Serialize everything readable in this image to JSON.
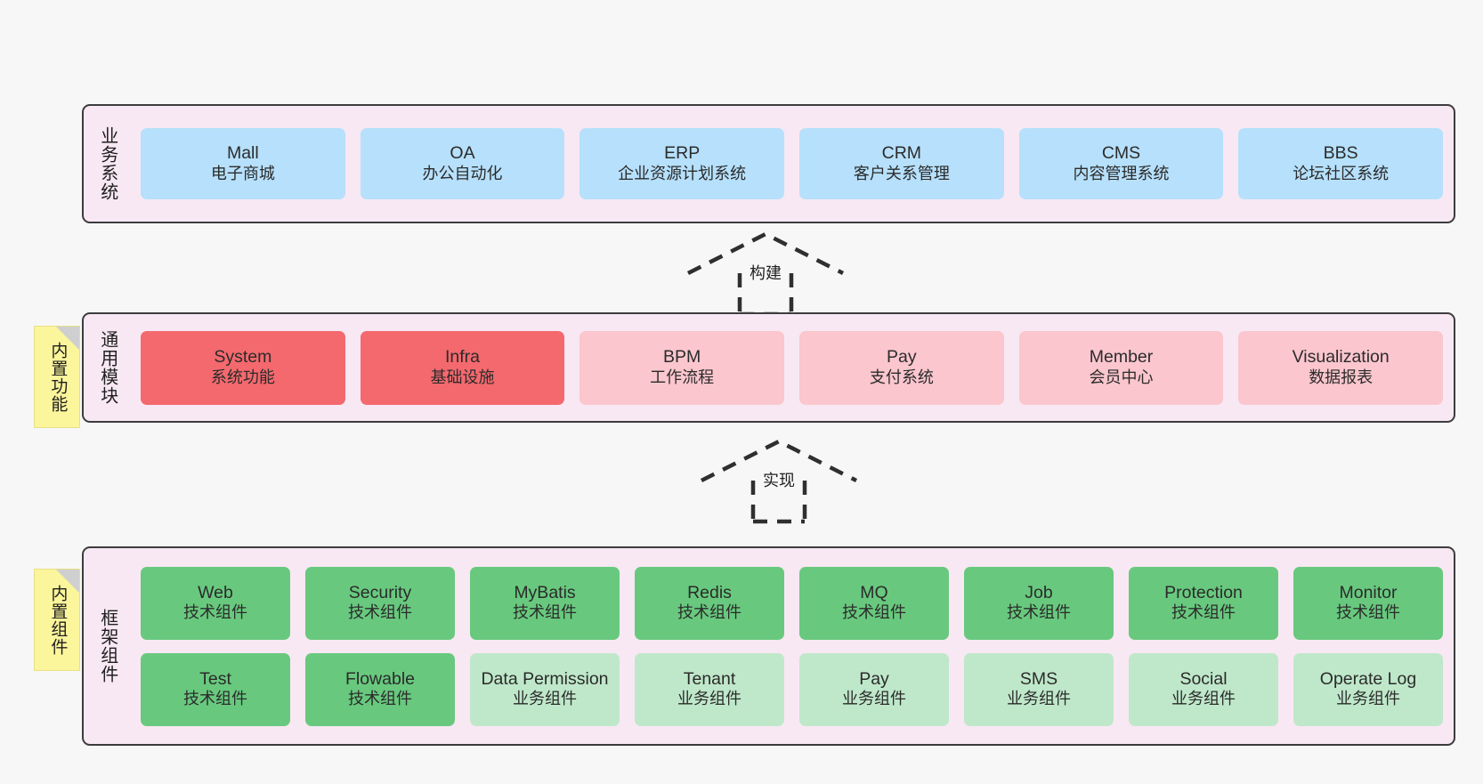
{
  "diagram": {
    "background_color": "#f8f7f7",
    "layer_fill": "#f8e8f3",
    "layer_border": "#3c3c3c",
    "note_color": "#fbf59b",
    "colors": {
      "business": "#b6e0fb",
      "core_module": "#f4696e",
      "module": "#fbc6cd",
      "tech_component": "#68c97e",
      "biz_component": "#bfe8ca"
    }
  },
  "business_layer": {
    "title": "业务系统",
    "items": [
      {
        "name": "Mall",
        "sub": "电子商城"
      },
      {
        "name": "OA",
        "sub": "办公自动化"
      },
      {
        "name": "ERP",
        "sub": "企业资源计划系统"
      },
      {
        "name": "CRM",
        "sub": "客户关系管理"
      },
      {
        "name": "CMS",
        "sub": "内容管理系统"
      },
      {
        "name": "BBS",
        "sub": "论坛社区系统"
      }
    ]
  },
  "connector_build": {
    "label": "构建",
    "style": "dashed-hollow-arrow-up"
  },
  "module_layer": {
    "title": "通用模块",
    "note": "内置功能",
    "items": [
      {
        "name": "System",
        "sub": "系统功能",
        "variant": "red"
      },
      {
        "name": "Infra",
        "sub": "基础设施",
        "variant": "red"
      },
      {
        "name": "BPM",
        "sub": "工作流程",
        "variant": "pink"
      },
      {
        "name": "Pay",
        "sub": "支付系统",
        "variant": "pink"
      },
      {
        "name": "Member",
        "sub": "会员中心",
        "variant": "pink"
      },
      {
        "name": "Visualization",
        "sub": "数据报表",
        "variant": "pink"
      }
    ]
  },
  "connector_implement": {
    "label": "实现",
    "style": "dashed-hollow-arrow-up"
  },
  "framework_layer": {
    "title": "框架组件",
    "note": "内置组件",
    "row1": [
      {
        "name": "Web",
        "sub": "技术组件",
        "variant": "green"
      },
      {
        "name": "Security",
        "sub": "技术组件",
        "variant": "green"
      },
      {
        "name": "MyBatis",
        "sub": "技术组件",
        "variant": "green"
      },
      {
        "name": "Redis",
        "sub": "技术组件",
        "variant": "green"
      },
      {
        "name": "MQ",
        "sub": "技术组件",
        "variant": "green"
      },
      {
        "name": "Job",
        "sub": "技术组件",
        "variant": "green"
      },
      {
        "name": "Protection",
        "sub": "技术组件",
        "variant": "green"
      },
      {
        "name": "Monitor",
        "sub": "技术组件",
        "variant": "green"
      }
    ],
    "row2": [
      {
        "name": "Test",
        "sub": "技术组件",
        "variant": "green"
      },
      {
        "name": "Flowable",
        "sub": "技术组件",
        "variant": "green"
      },
      {
        "name": "Data Permission",
        "sub": "业务组件",
        "variant": "lightgreen"
      },
      {
        "name": "Tenant",
        "sub": "业务组件",
        "variant": "lightgreen"
      },
      {
        "name": "Pay",
        "sub": "业务组件",
        "variant": "lightgreen"
      },
      {
        "name": "SMS",
        "sub": "业务组件",
        "variant": "lightgreen"
      },
      {
        "name": "Social",
        "sub": "业务组件",
        "variant": "lightgreen"
      },
      {
        "name": "Operate Log",
        "sub": "业务组件",
        "variant": "lightgreen"
      }
    ]
  }
}
